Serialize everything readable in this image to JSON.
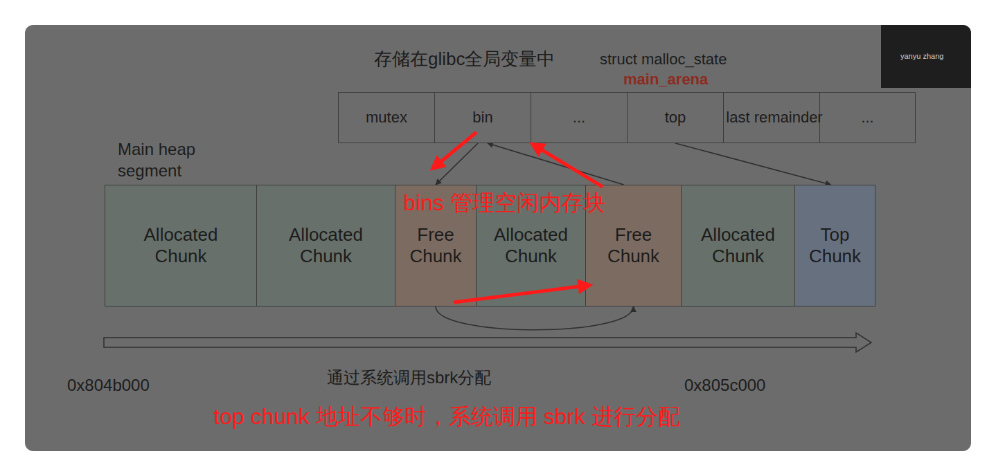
{
  "diagram": {
    "nodes": [
      {
        "text": [
          "struct malloc_state",
          "main_arena"
        ]
      },
      {
        "text": [
          "mutex"
        ],
        "in": 0
      },
      {
        "text": [
          "bin"
        ],
        "in": 0
      },
      {
        "text": [
          "..."
        ],
        "in": 0
      },
      {
        "text": [
          "top"
        ],
        "in": 0
      },
      {
        "text": [
          "last remainder"
        ],
        "in": 0
      },
      {
        "text": [
          "..."
        ],
        "in": 0
      },
      {
        "text": [
          "Main heap segment"
        ]
      },
      {
        "text": [
          "Allocated Chunk"
        ],
        "in": 7
      },
      {
        "text": [
          "Allocated Chunk"
        ],
        "in": 7
      },
      {
        "text": [
          "Free Chunk"
        ],
        "in": 7
      },
      {
        "text": [
          "Allocated Chunk"
        ],
        "in": 7
      },
      {
        "text": [
          "Free Chunk"
        ],
        "in": 7
      },
      {
        "text": [
          "Allocated Chunk"
        ],
        "in": 7
      },
      {
        "text": [
          "Top Chunk"
        ],
        "in": 7
      }
    ],
    "edges": [
      {
        "from": 2,
        "to": 10,
        "arrow": "to"
      },
      {
        "from": 12,
        "to": 2,
        "arrow": "to"
      },
      {
        "from": 4,
        "to": 14,
        "arrow": "to"
      },
      {
        "from": 10,
        "to": 12,
        "arrow": "to"
      }
    ],
    "labels": [
      "存储在glibc全局变量中",
      "bins 管理空闲内存块",
      "通过系统调用sbrk分配",
      "0x804b000",
      "0x805c000",
      "top chunk 地址不够时，系统调用 sbrk 进行分配",
      "yanyu zhang"
    ]
  }
}
